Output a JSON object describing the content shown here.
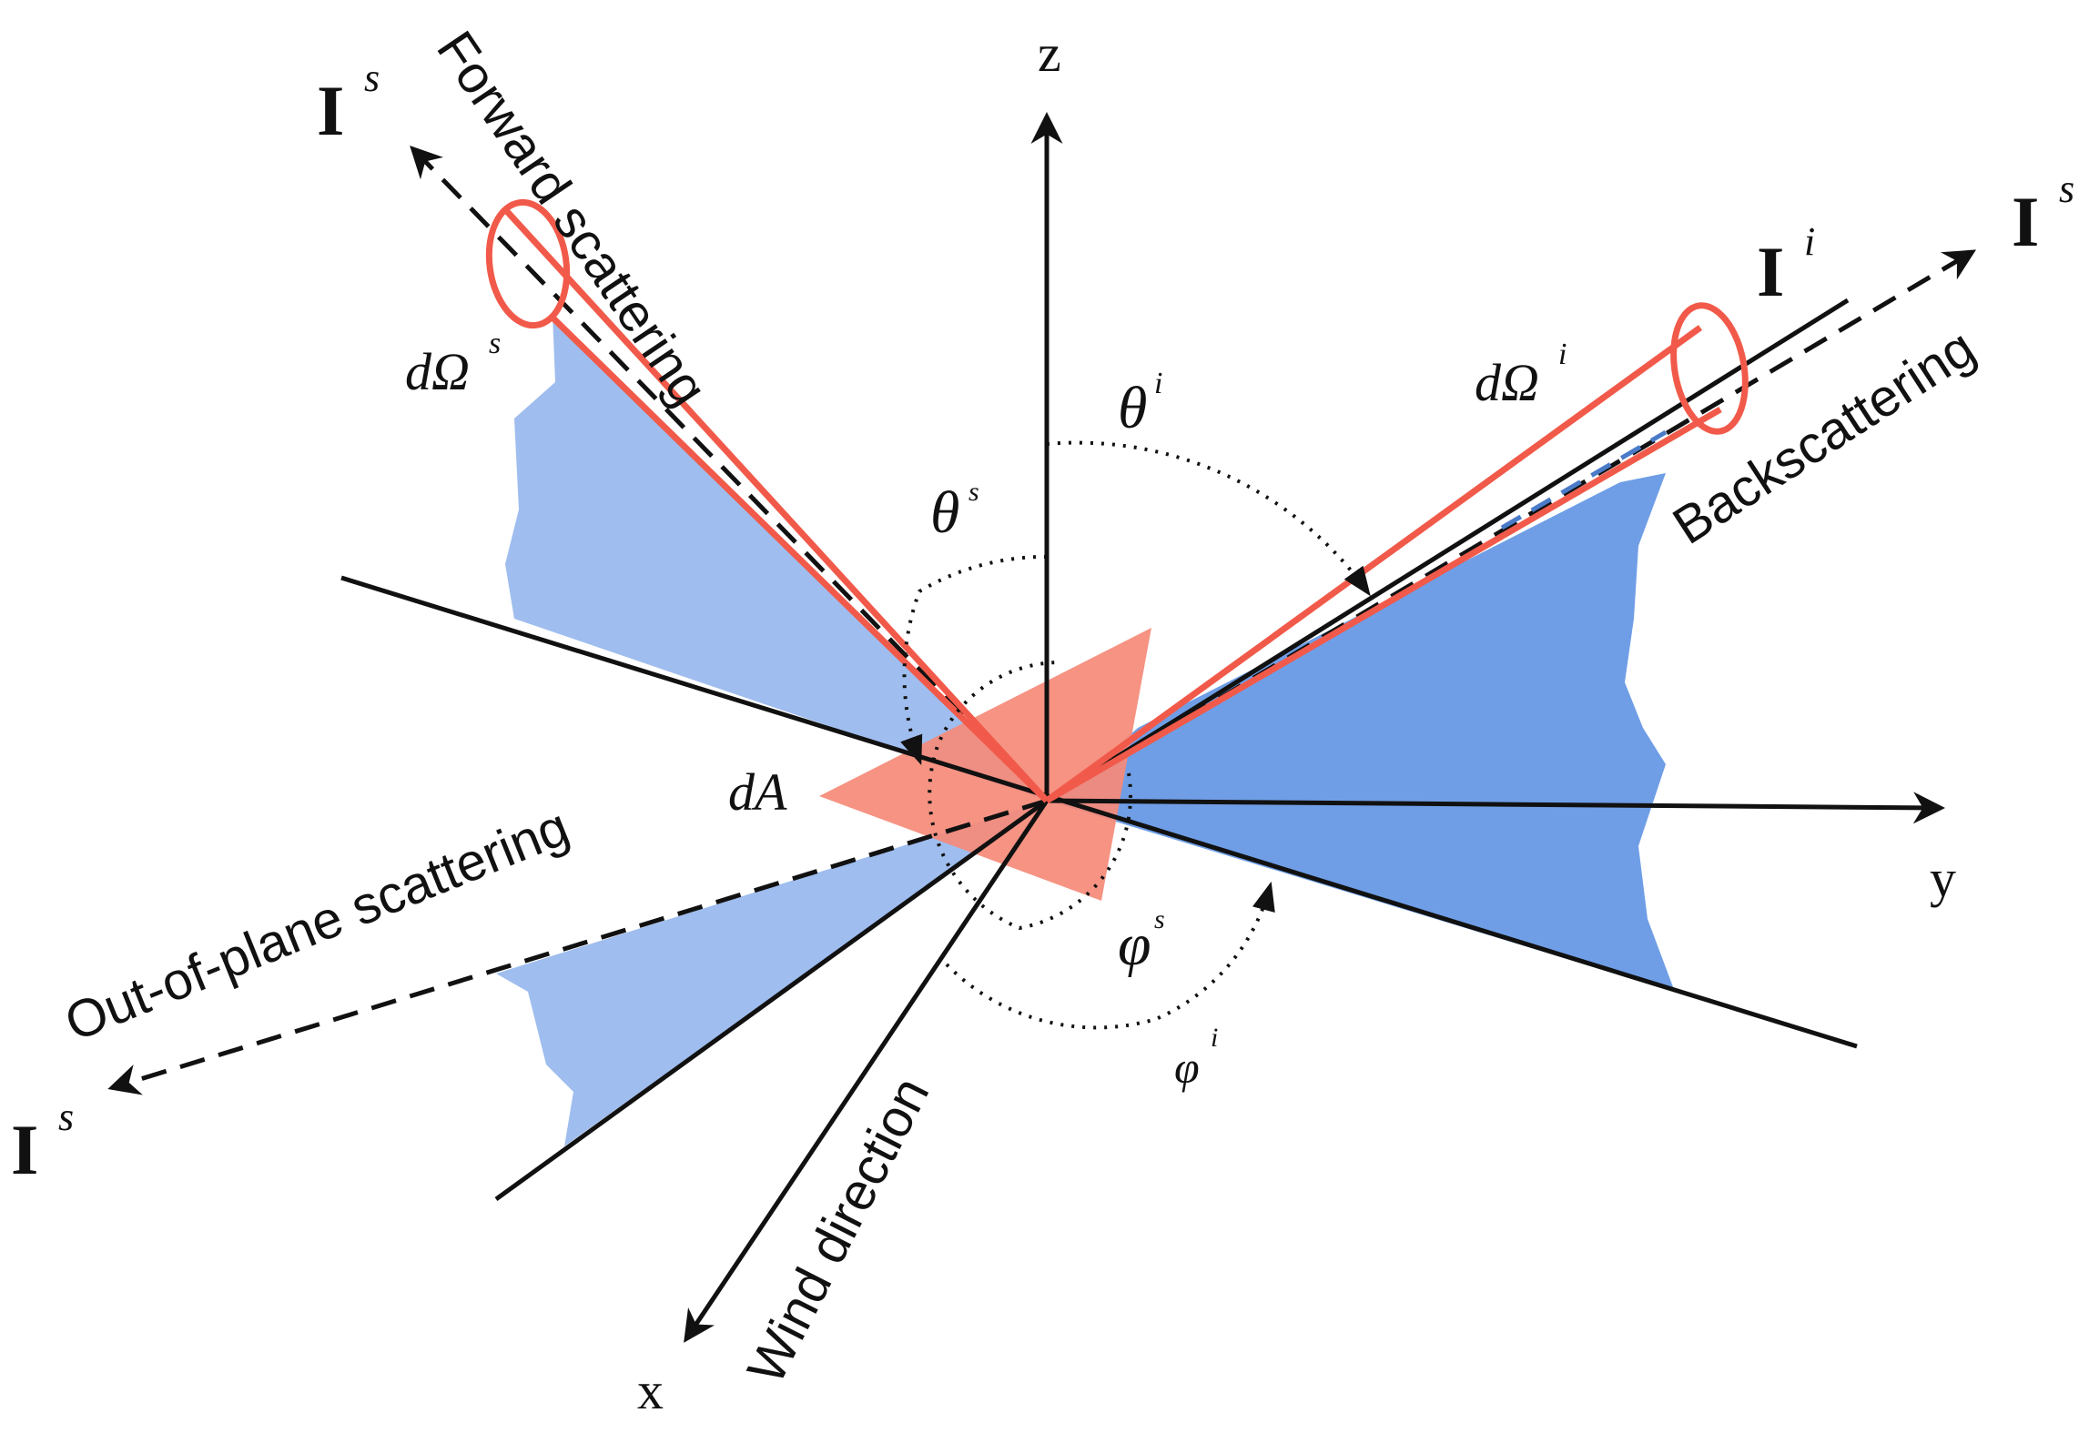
{
  "colors": {
    "background": "#ffffff",
    "surface_blue_dark": "#6f9ee6",
    "surface_blue_light": "#9fbdee",
    "red_patch": "#f58a78",
    "red_outline": "#f15a4a",
    "axis": "#111111"
  },
  "labels": {
    "axis_z": "z",
    "axis_y": "y",
    "axis_x": "x",
    "wind_direction": "Wind direction",
    "forward_scattering": "Forward scattering",
    "backscattering": "Backscattering",
    "out_of_plane": "Out-of-plane scattering",
    "I": "I",
    "sup_s": "s",
    "sup_i": "i",
    "d_omega": "dΩ",
    "theta": "θ",
    "phi": "φ",
    "d_area": "dA"
  }
}
